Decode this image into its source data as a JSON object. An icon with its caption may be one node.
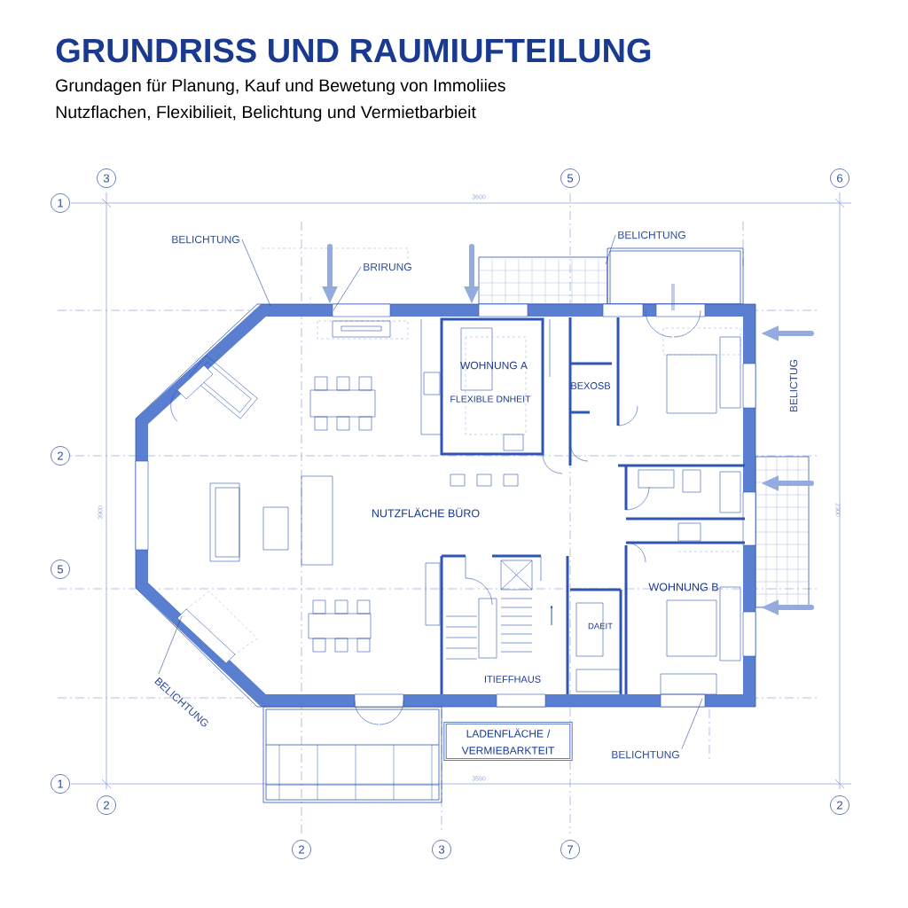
{
  "diagram": {
    "title": "GRUNDRISS UND RAUMIUFTEILUNG",
    "nodes": [
      {
        "text": [
          "BELICHTUNG"
        ]
      },
      {
        "text": [
          "BRIRUNG"
        ]
      },
      {
        "text": [
          "BELICHTUNG"
        ]
      },
      {
        "text": [
          "BELICHTUNG"
        ]
      },
      {
        "text": [
          "LADENFLÄCHE / VERMIEBARKTEIT"
        ]
      },
      {
        "text": [
          "BELICHTUNG"
        ]
      },
      {
        "text": [
          "3"
        ]
      },
      {
        "text": [
          "5"
        ]
      },
      {
        "text": [
          "6"
        ]
      },
      {
        "text": [
          "1"
        ]
      },
      {
        "text": [
          "2"
        ]
      },
      {
        "text": [
          "5"
        ]
      },
      {
        "text": [
          "1"
        ]
      },
      {
        "text": [
          "2"
        ]
      },
      {
        "text": [
          "2"
        ]
      },
      {
        "text": [
          "2"
        ]
      },
      {
        "text": [
          "3"
        ]
      },
      {
        "text": [
          "7"
        ]
      }
    ],
    "edges": [
      {
        "from": 0,
        "to": null,
        "arrow": "none"
      },
      {
        "from": 1,
        "to": null,
        "arrow": "none"
      },
      {
        "from": 2,
        "to": null,
        "arrow": "none"
      },
      {
        "from": 3,
        "to": null,
        "arrow": "none"
      },
      {
        "from": 5,
        "to": null,
        "arrow": "none"
      }
    ],
    "labels": [
      "Grundagen für Planung, Kauf und Bewetung von Immoliies",
      "Nutzflachen, Flexibilieit, Belichtung und Vermietbarbieit",
      "3600",
      "WOHNUNG A",
      "FLEXIBLE DNHEIT",
      "BEXOSB",
      "BELICTUG",
      "3900",
      "NUTZFLÄCHE BÜRO",
      "2300",
      "WOHNUNG B",
      "DAEIT",
      "ITIEFFHAUS",
      "3590"
    ]
  }
}
